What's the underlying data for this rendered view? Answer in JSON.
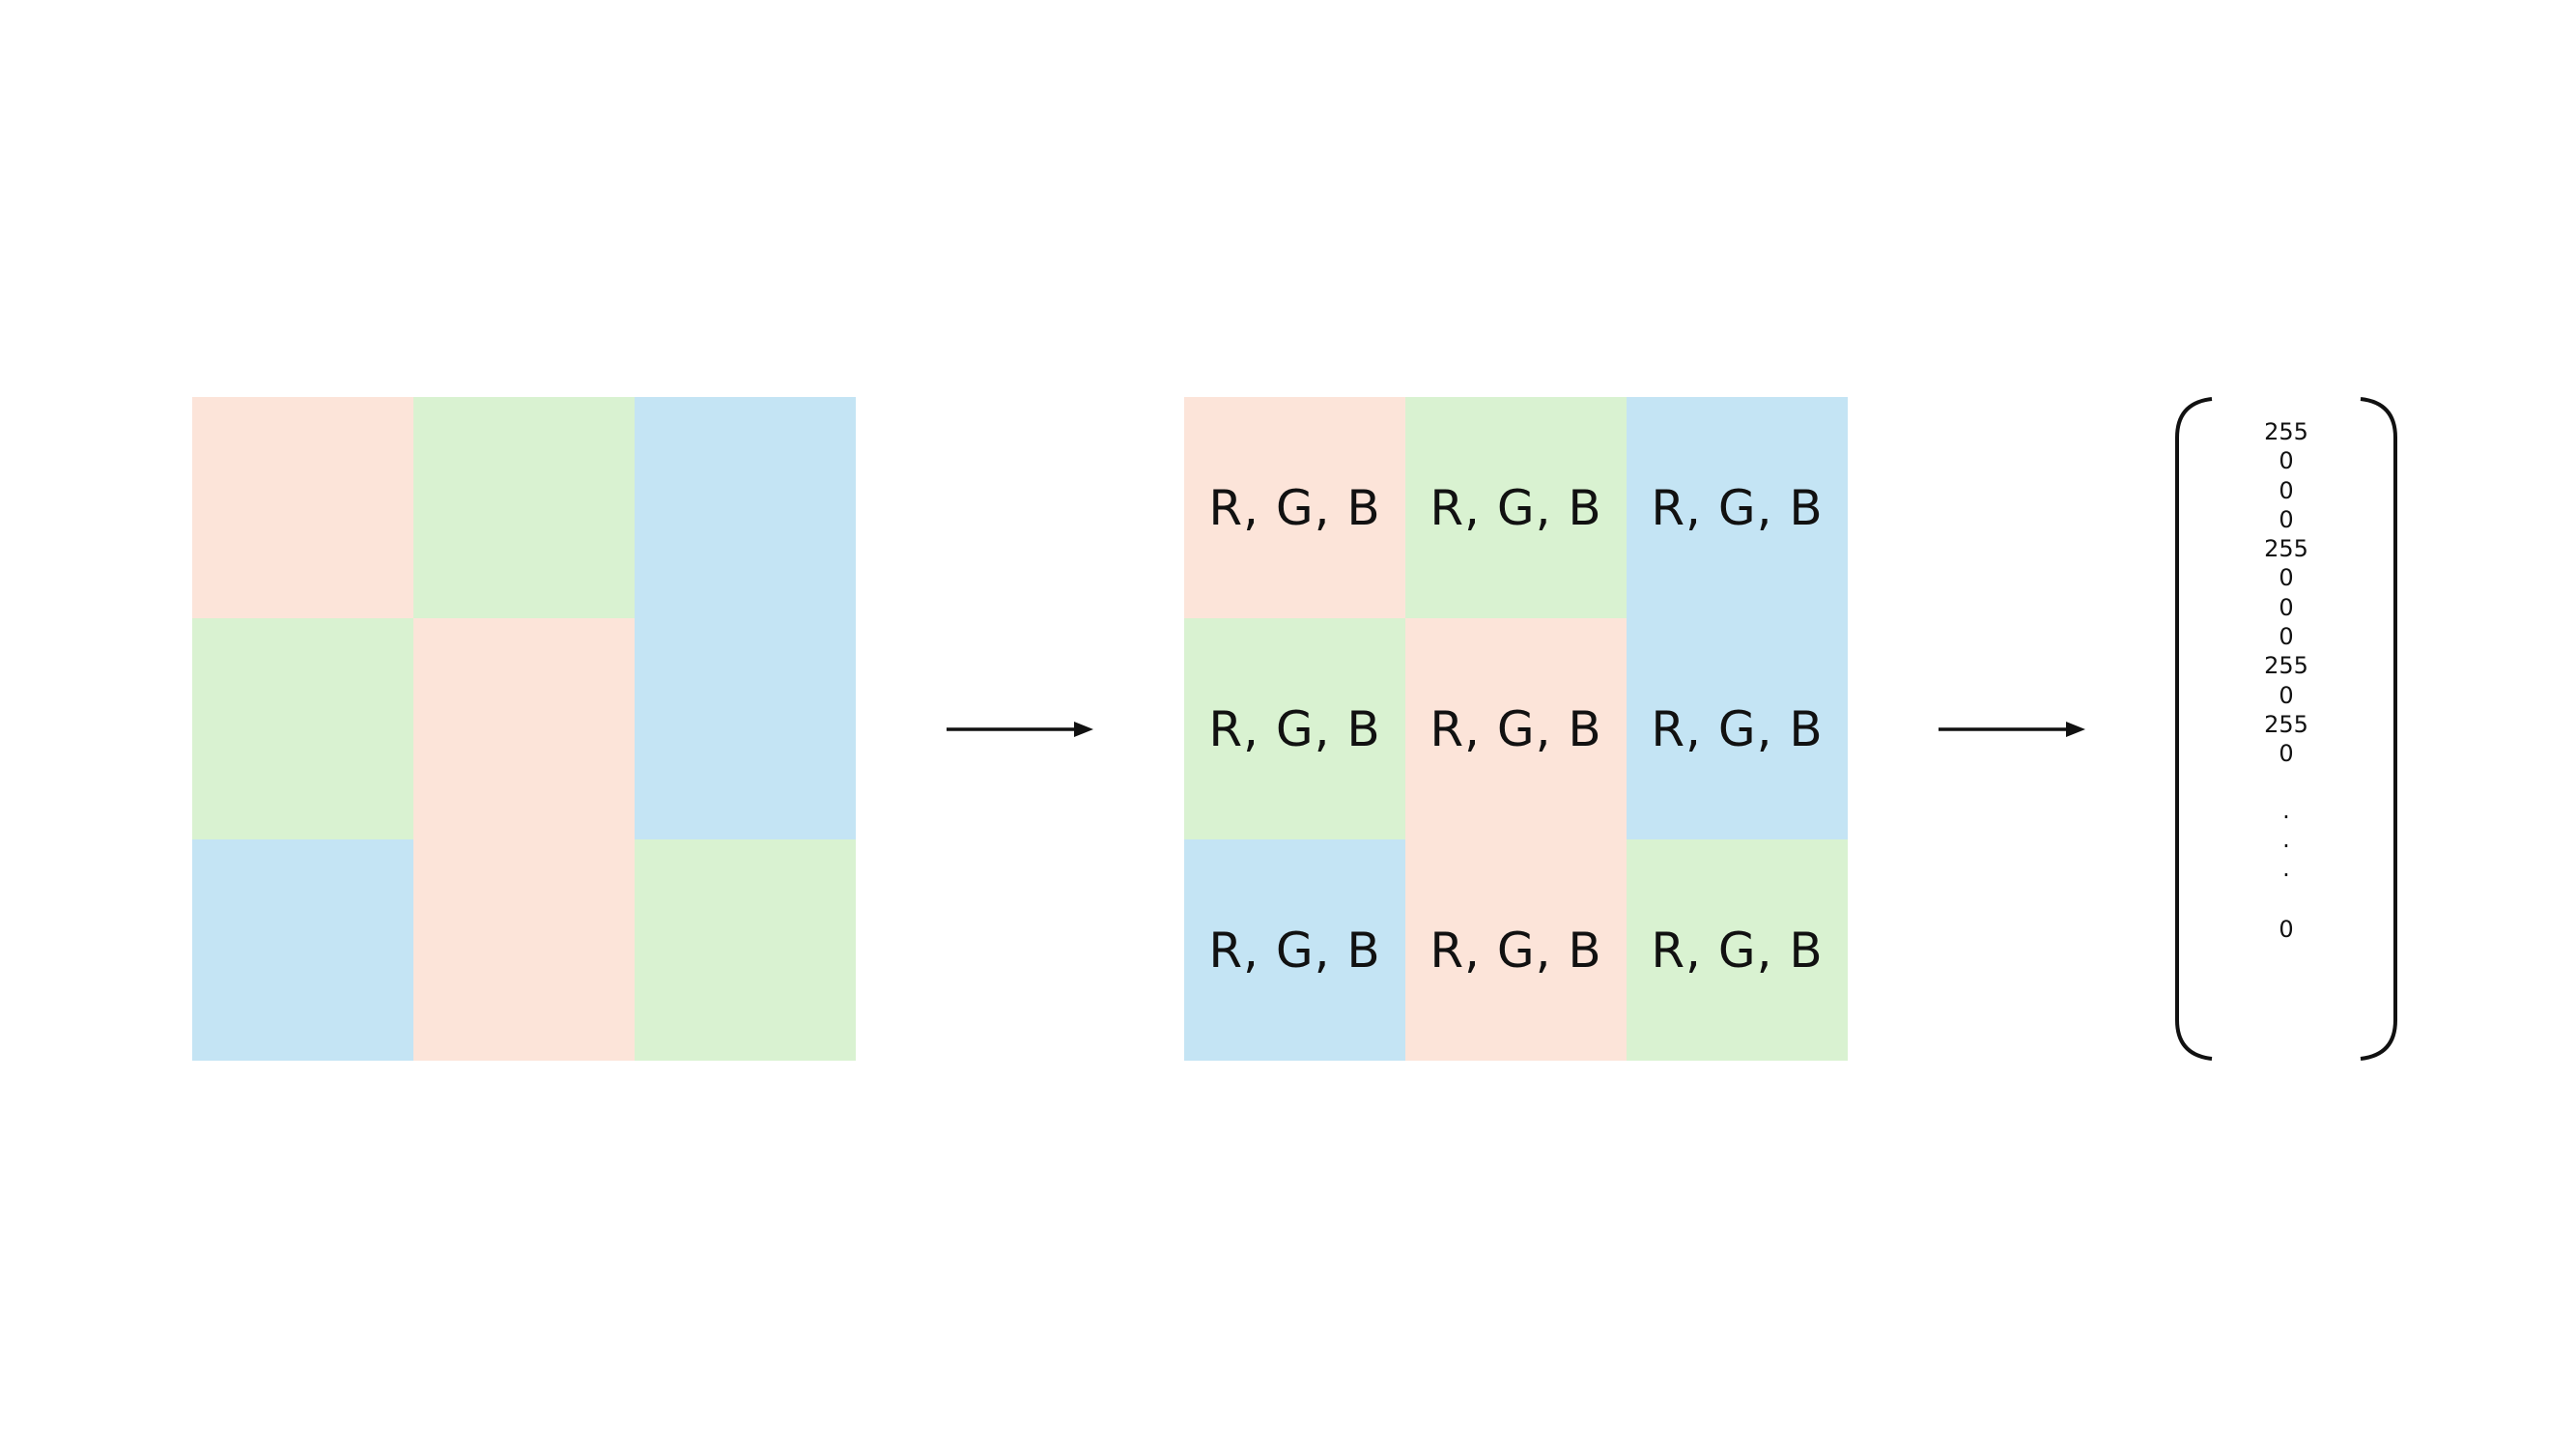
{
  "colors": {
    "peach": "#fce4d9",
    "green": "#d9f2d1",
    "blue": "#c4e4f4",
    "ink": "#111111"
  },
  "left_grid": {
    "cells": [
      {
        "color": "peach"
      },
      {
        "color": "green"
      },
      {
        "color": "blue"
      },
      {
        "color": "green"
      },
      {
        "color": "peach"
      },
      {
        "color": "blue"
      },
      {
        "color": "peach"
      },
      {
        "color": "green"
      }
    ]
  },
  "middle_grid": {
    "cells": [
      {
        "label": "R, G, B",
        "color": "peach"
      },
      {
        "label": "R, G, B",
        "color": "green"
      },
      {
        "label": "R, G, B",
        "color": "blue"
      },
      {
        "label": "R, G, B",
        "color": "green"
      },
      {
        "label": "R, G, B",
        "color": "peach"
      },
      {
        "label": "R, G, B",
        "color": "blue"
      },
      {
        "label": "R, G, B",
        "color": "blue"
      },
      {
        "label": "R, G, B",
        "color": "peach"
      },
      {
        "label": "R, G, B",
        "color": "green"
      }
    ]
  },
  "vector": {
    "values": [
      "255",
      "0",
      "0",
      "0",
      "255",
      "0",
      "0",
      "0",
      "255",
      "0",
      "255",
      "0"
    ],
    "ellipsis": [
      ".",
      ".",
      "."
    ],
    "last": "0"
  }
}
